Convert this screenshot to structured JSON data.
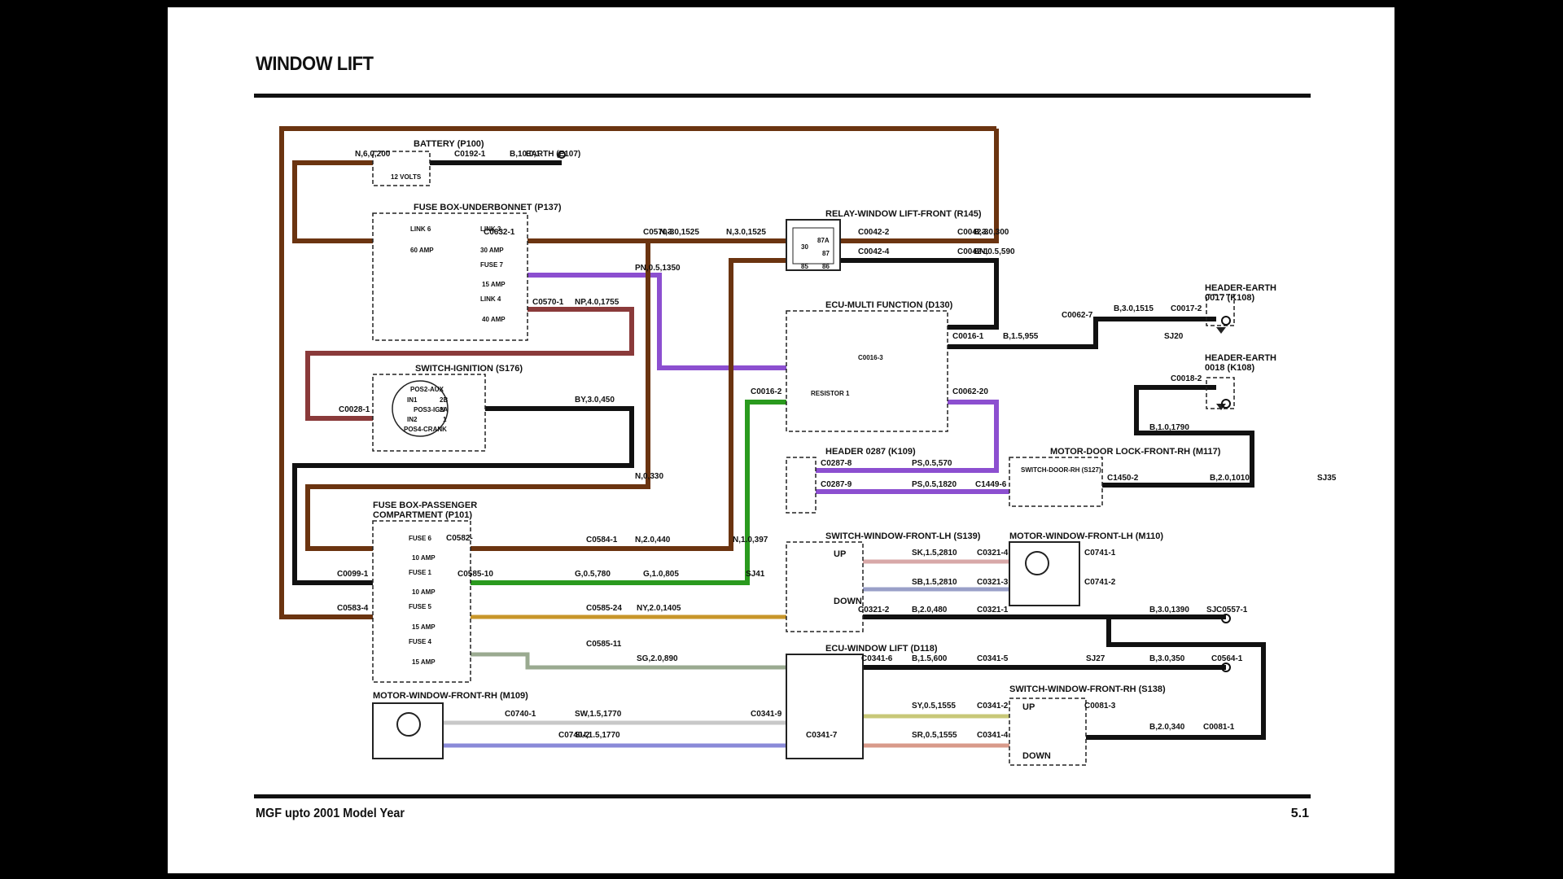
{
  "title": "WINDOW LIFT",
  "footer": {
    "left": "MGF upto 2001 Model Year",
    "right": "5.1"
  },
  "wire_colors": {
    "N": "#6b3410",
    "B": "#111111",
    "NP": "#8a3a3a",
    "P": "#8c4fd0",
    "G": "#2a9a1e",
    "NY": "#c8962a",
    "SG": "#9aaa90",
    "SK": "#d8a8a8",
    "SB": "#9aa0c8",
    "SW": "#c8c8c8",
    "SU": "#8a8ad8",
    "SY": "#c8c878",
    "SR": "#d89a8a"
  },
  "components": {
    "battery": {
      "name": "BATTERY (P100)",
      "sub": "12 VOLTS"
    },
    "fuse_under": {
      "name": "FUSE BOX-UNDERBONNET (P137)",
      "link6": "LINK 6",
      "link6_amp": "60 AMP",
      "link3": "LINK 3",
      "link3_amp": "30 AMP",
      "fuse7": "FUSE 7",
      "fuse7_amp": "15 AMP",
      "link4": "LINK 4",
      "link4_amp": "40 AMP"
    },
    "ignition": {
      "name": "SWITCH-IGNITION (S176)",
      "pos2": "POS2-AUX",
      "pos3": "POS3-IGN",
      "pos4": "POS4-CRANK",
      "in1": "IN1",
      "in2": "IN2",
      "p2b": "2B",
      "p2a": "2A",
      "p1": "1"
    },
    "fuse_pass": {
      "name1": "FUSE BOX-PASSENGER",
      "name2": "COMPARTMENT (P101)",
      "f6": "FUSE 6",
      "f6a": "10 AMP",
      "f1": "FUSE 1",
      "f1a": "10 AMP",
      "f5": "FUSE 5",
      "f5a": "15 AMP",
      "f4": "FUSE 4",
      "f4a": "15 AMP"
    },
    "motor_rh": {
      "name": "MOTOR-WINDOW-FRONT-RH (M109)"
    },
    "relay": {
      "name": "RELAY-WINDOW LIFT-FRONT (R145)",
      "p30": "30",
      "p87": "87",
      "p87a": "87A",
      "p85": "85",
      "p86": "86"
    },
    "ecu_mf": {
      "name": "ECU-MULTI FUNCTION (D130)",
      "resistor": "RESISTOR 1"
    },
    "header_earth1": {
      "name1": "HEADER-EARTH",
      "name2": "0017 (K108)"
    },
    "header_earth2": {
      "name1": "HEADER-EARTH",
      "name2": "0018 (K108)"
    },
    "header_0287": {
      "name": "HEADER 0287 (K109)"
    },
    "door_lock": {
      "name": "MOTOR-DOOR LOCK-FRONT-RH (M117)",
      "sub": "SWITCH-DOOR-RH (S127)"
    },
    "switch_lh": {
      "name": "SWITCH-WINDOW-FRONT-LH (S139)",
      "up": "UP",
      "down": "DOWN"
    },
    "motor_lh": {
      "name": "MOTOR-WINDOW-FRONT-LH (M110)"
    },
    "ecu_wl": {
      "name": "ECU-WINDOW LIFT (D118)"
    },
    "switch_rh": {
      "name": "SWITCH-WINDOW-FRONT-RH (S138)",
      "up": "UP",
      "down": "DOWN"
    }
  },
  "connectors": {
    "c0192": "C0192-1",
    "c0632": "C0632-1",
    "c0570_3": "C0570-3",
    "c0570_1": "C0570-1",
    "c0042_2": "C0042-2",
    "c0042_4": "C0042-4",
    "c0042_3": "C0042-3",
    "c0042_1": "C0042-1",
    "c0028": "C0028-1",
    "c0016_1": "C0016-1",
    "c0016_3": "C0016-3",
    "c0016_2": "C0016-2",
    "c0062_20": "C0062-20",
    "c0062_7": "C0062-7",
    "c0017": "C0017-2",
    "c0018": "C0018-2",
    "c0287_8": "C0287-8",
    "c0287_9": "C0287-9",
    "c1449": "C1449-6",
    "c1450": "C1450-2",
    "c0582": "C0582-",
    "c0584": "C0584-1",
    "c0099": "C0099-1",
    "c0585_10": "C0585-10",
    "c0583": "C0583-4",
    "c0585_24": "C0585-24",
    "c0585_11": "C0585-11",
    "c0321_4": "C0321-4",
    "c0321_3": "C0321-3",
    "c0321_2": "C0321-2",
    "c0321_1": "C0321-1",
    "c0741_1": "C0741-1",
    "c0741_2": "C0741-2",
    "c0557": "C0557-1",
    "c0341_6": "C0341-6",
    "c0341_5": "C0341-5",
    "c0341_9": "C0341-9",
    "c0341_7": "C0341-7",
    "c0341_2": "C0341-2",
    "c0341_4": "C0341-4",
    "c0564": "C0564-1",
    "c0740_1": "C0740-1",
    "c0740_2": "C0740-2",
    "c0081_3": "C0081-3",
    "c0081_1": "C0081-1",
    "c0081_x": "C0081-1"
  },
  "wires": {
    "n6": "N,6,0,200",
    "earth": "EARTH (E107)",
    "b10": "B,10.0,1",
    "n_c0570": "N,3.0,1525",
    "n_relay": "N,3.0,1525",
    "np_purple": "PN,0.5,1350",
    "np4": "NP,4.0,1755",
    "b_relay": "B,3.0,300",
    "bn": "BN,0.5,590",
    "by": "BY,3.0,450",
    "b15_955": "B,1.5,955",
    "b3_1515": "B,3.0,1515",
    "sj20": "SJ20",
    "b1_1790": "B,1.0,1790",
    "n_330": "N,0,330",
    "ps_570": "PS,0.5,570",
    "ps_1820": "PS,0.5,1820",
    "b2_1010": "B,2.0,1010",
    "sj35": "SJ35",
    "n2_440": "N,2.0,440",
    "g5_780": "G,0.5,780",
    "g1_805": "G,1.0,805",
    "sj41": "SJ41",
    "ny": "NY,2.0,1405",
    "sg": "SG,2.0,890",
    "sk": "SK,1.5,2810",
    "sb": "SB,1.5,2810",
    "b2_480": "B,2.0,480",
    "b3_1390": "B,3.0,1390",
    "sj": "SJ",
    "b15_600": "B,1.5,600",
    "sj27": "SJ27",
    "b3_350": "B,3.0,350",
    "sw": "SW,1.5,1770",
    "su": "SU,1.5,1770",
    "sy": "SY,0.5,1555",
    "sr": "SR,0.5,1555",
    "b2_340": "B,2.0,340",
    "n_1": "N,1.0,397"
  }
}
